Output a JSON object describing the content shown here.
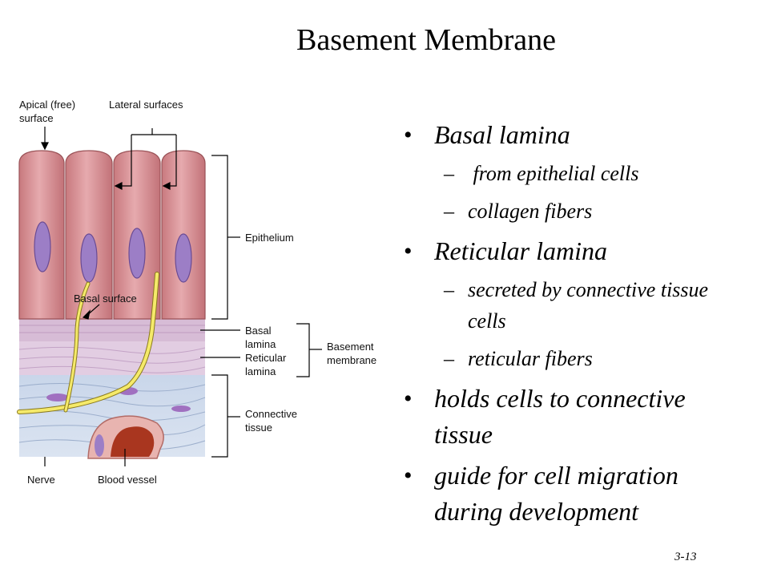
{
  "title": "Basement Membrane",
  "figure": {
    "labels": {
      "apical": "Apical (free)\nsurface",
      "lateral": "Lateral surfaces",
      "epithelium": "Epithelium",
      "basal_surface": "Basal surface",
      "basal_lamina": "Basal\nlamina",
      "reticular_lamina": "Reticular\nlamina",
      "basement_membrane": "Basement\nmembrane",
      "connective_tissue": "Connective\ntissue",
      "nerve": "Nerve",
      "blood_vessel": "Blood vessel"
    }
  },
  "bullets": [
    {
      "text": "Basal lamina",
      "sub": [
        " from epithelial cells",
        "collagen fibers"
      ]
    },
    {
      "text": "Reticular lamina",
      "sub": [
        "secreted by connective tissue cells",
        "reticular fibers"
      ]
    },
    {
      "text": "holds cells to connective tissue",
      "sub": []
    },
    {
      "text": "guide for cell migration during development",
      "sub": []
    }
  ],
  "slide_number": "3-13"
}
